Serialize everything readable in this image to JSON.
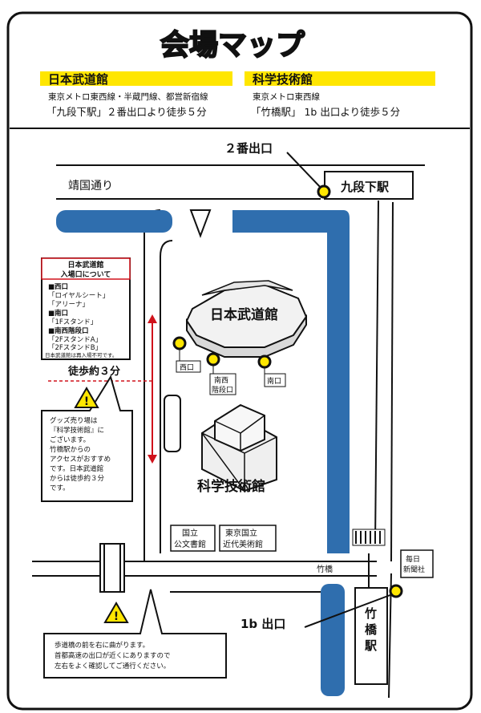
{
  "title": "会場マップ",
  "venues": [
    {
      "name": "日本武道館",
      "line1": "東京メトロ東西線・半蔵門線、都営新宿線",
      "line2": "「九段下駅」２番出口より徒歩５分"
    },
    {
      "name": "科学技術館",
      "line1": "東京メトロ東西線",
      "line2": "「竹橋駅」 1b 出口より徒歩５分"
    }
  ],
  "map": {
    "exit2": "２番出口",
    "kudanshita_station": "九段下駅",
    "yasukuni_street": "靖国通り",
    "budokan": "日本武道館",
    "kagaku": "科学技術館",
    "gate_west": "西口",
    "gate_southwest": [
      "南西",
      "階段口"
    ],
    "gate_south": "南口",
    "walk_3min": "徒歩約３分",
    "archives": [
      "国立",
      "公文書館"
    ],
    "moma": [
      "東京国立",
      "近代美術館"
    ],
    "takebashi": "竹橋",
    "mainichi": [
      "毎日",
      "新聞社"
    ],
    "exit_1b": "1b 出口",
    "takebashi_station": [
      "竹",
      "橋",
      "駅"
    ]
  },
  "entrance_box": {
    "title": [
      "日本武道館",
      "入場口について"
    ],
    "lines": [
      "■西口",
      "「ロイヤルシート」",
      "「アリーナ」",
      "■南口",
      "「1Fスタンド」",
      "■南西階段口",
      "「2FスタンドA」",
      "「2FスタンドB」"
    ],
    "note": "日本武道館は再入場不可です。"
  },
  "goods_box": {
    "lines": [
      "グッズ売り場は",
      "『科学技術館』に",
      "ございます。",
      "竹橋駅からの",
      "アクセスがおすすめ",
      "です。日本武道館",
      "からは徒歩約３分",
      "です。"
    ]
  },
  "caution_box": {
    "lines": [
      "歩道橋の前を右に曲がります。",
      "首都高速の出口が近くにありますので",
      "左右をよく確認してご通行ください。"
    ]
  },
  "colors": {
    "yellow": "#FFE600",
    "blue": "#2F6EAE",
    "red": "#D0121B",
    "black": "#111111"
  }
}
